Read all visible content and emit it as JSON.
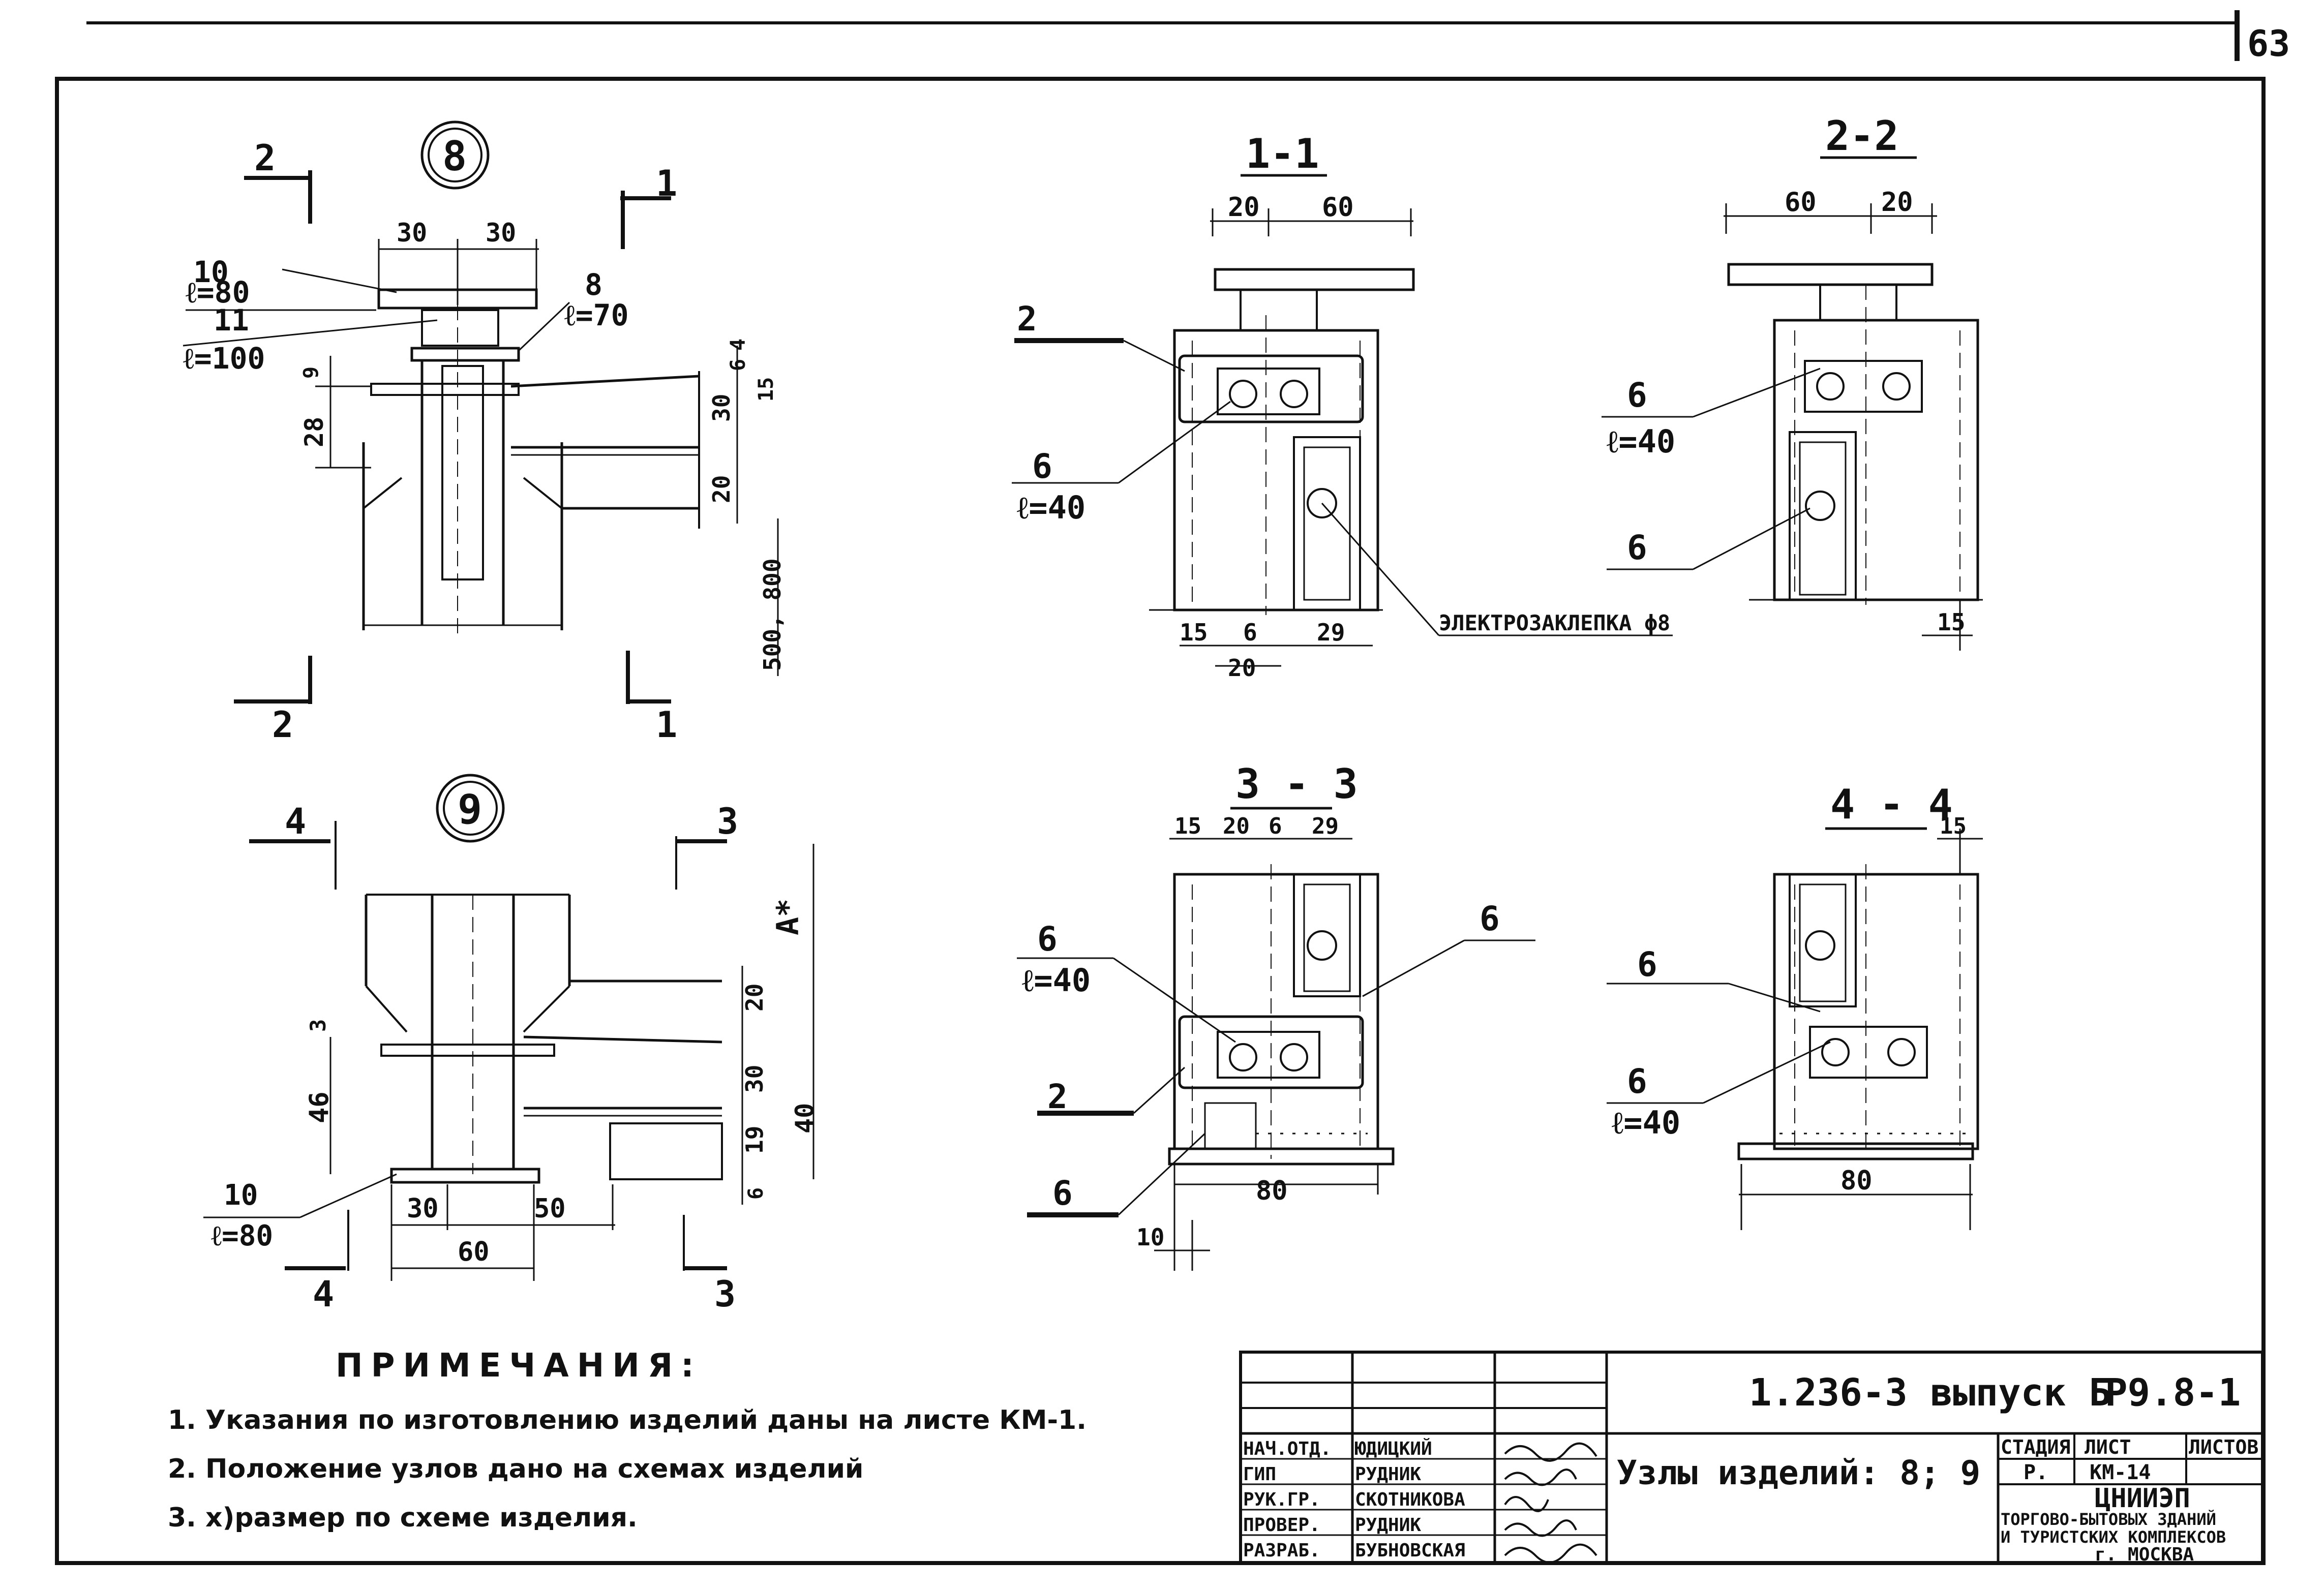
{
  "sheet": {
    "corner_number": "63"
  },
  "node8": {
    "circle_label": "8",
    "section_marks": {
      "left_top": "2",
      "right_top": "1",
      "left_bottom": "2",
      "right_bottom": "1"
    },
    "parts": {
      "p10": "10",
      "p10_len": "ℓ=80",
      "p11": "11",
      "p11_len": "ℓ=100",
      "p8": "8",
      "p8_len": "ℓ=70"
    },
    "dims": {
      "d30a": "30",
      "d30b": "30",
      "d9": "9",
      "d28": "28",
      "d6": "6",
      "d4": "4",
      "d15": "15",
      "d30": "30",
      "d20": "20",
      "d500": "500, 800"
    }
  },
  "node9": {
    "circle_label": "9",
    "section_marks": {
      "left_top": "4",
      "right_top": "3",
      "left_bottom": "4",
      "right_bottom": "3"
    },
    "parts": {
      "p10": "10",
      "p10_len": "ℓ=80"
    },
    "dims": {
      "A": "A*",
      "d3": "3",
      "d46": "46",
      "d20": "20",
      "d30": "30",
      "d19": "19",
      "d6": "6",
      "d40": "40",
      "d30b": "30",
      "d50": "50",
      "d60": "60"
    }
  },
  "sec11": {
    "title": "1-1",
    "dims": {
      "d20": "20",
      "d60": "60",
      "d15": "15",
      "d6": "6",
      "d29": "29",
      "d20b": "20"
    },
    "labels": {
      "p2": "2",
      "p6": "6",
      "p6_len": "ℓ=40",
      "weld": "ЭЛЕКТРОЗАКЛЕПКА ϕ8"
    }
  },
  "sec22": {
    "title": "2-2",
    "dims": {
      "d60": "60",
      "d20": "20",
      "d15": "15"
    },
    "labels": {
      "p6a": "6",
      "p6a_len": "ℓ=40",
      "p6b": "6"
    }
  },
  "sec33": {
    "title": "3 - 3",
    "dims": {
      "d15": "15",
      "d20": "20",
      "d6": "6",
      "d29": "29",
      "d80": "80",
      "d10": "10"
    },
    "labels": {
      "p6a": "6",
      "p6a_len": "ℓ=40",
      "p6b": "6",
      "p2": "2",
      "p6c": "6"
    }
  },
  "sec44": {
    "title": "4 - 4",
    "dims": {
      "d15": "15",
      "d80": "80"
    },
    "labels": {
      "p6a": "6",
      "p6b": "6",
      "p6b_len": "ℓ=40"
    }
  },
  "notes": {
    "heading": "ПРИМЕЧАНИЯ:",
    "items": [
      "1. Указания по изготовлению изделий даны на листе КМ-1.",
      "2. Положение узлов дано на схемах изделий",
      "3. х)размер по схеме изделия."
    ]
  },
  "title_block": {
    "doc_code": "1.236-3 выпуск Б",
    "sheet_code": "Р9.8-1",
    "title": "Узлы изделий: 8; 9",
    "roles": [
      {
        "role": "НАЧ.ОТД.",
        "name": "ЮДИЦКИЙ"
      },
      {
        "role": "ГИП",
        "name": "РУДНИК"
      },
      {
        "role": "РУК.ГР.",
        "name": "СКОТНИКОВА"
      },
      {
        "role": "ПРОВЕР.",
        "name": "РУДНИК"
      },
      {
        "role": "РАЗРАБ.",
        "name": "БУБНОВСКАЯ"
      }
    ],
    "col_stage": "СТАДИЯ",
    "col_sheet": "ЛИСТ",
    "col_sheets": "ЛИСТОВ",
    "stage": "Р.",
    "sheet": "КМ-14",
    "org": "ЦНИИЭП",
    "org_line2": "ТОРГОВО-БЫТОВЫХ ЗДАНИЙ",
    "org_line3": "И ТУРИСТСКИХ КОМПЛЕКСОВ",
    "city": "г. МОСКВА"
  }
}
